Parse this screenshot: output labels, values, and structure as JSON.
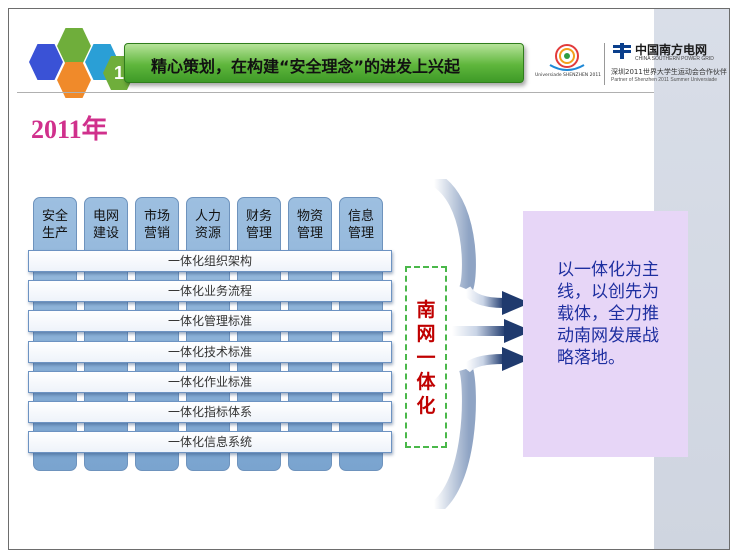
{
  "header": {
    "step_number": "1",
    "title": "精心策划，在构建“安全理念”的进发上兴起"
  },
  "logos": {
    "universiade_text": "Universiade SHENZHEN 2011",
    "csg_name_cn": "中国南方电网",
    "csg_name_en": "CHINA SOUTHERN POWER GRID",
    "partner_cn": "深圳2011世界大学生运动会合作伙伴",
    "partner_en": "Partner of Shenzhen 2011 Summer Universiade"
  },
  "year": "2011年",
  "columns": [
    {
      "label": "安全\n生产"
    },
    {
      "label": "电网\n建设"
    },
    {
      "label": "市场\n营销"
    },
    {
      "label": "人力\n资源"
    },
    {
      "label": "财务\n管理"
    },
    {
      "label": "物资\n管理"
    },
    {
      "label": "信息\n管理"
    }
  ],
  "rows": [
    {
      "label": "一体化组织架构"
    },
    {
      "label": "一体化业务流程"
    },
    {
      "label": "一体化管理标准"
    },
    {
      "label": "一体化技术标准"
    },
    {
      "label": "一体化作业标准"
    },
    {
      "label": "一体化指标体系"
    },
    {
      "label": "一体化信息系统"
    }
  ],
  "merge_label": "南网一体化",
  "result_text": "以一体化为主线，以创先为载体，全力推动南网发展战略落地。",
  "colors": {
    "title_green": "#5fb63c",
    "year_magenta": "#d0308c",
    "arrow_navy": "#1f3a6e",
    "result_box": "#e7d6f7",
    "result_text": "#1e2fa0",
    "merge_text": "#c00000"
  }
}
